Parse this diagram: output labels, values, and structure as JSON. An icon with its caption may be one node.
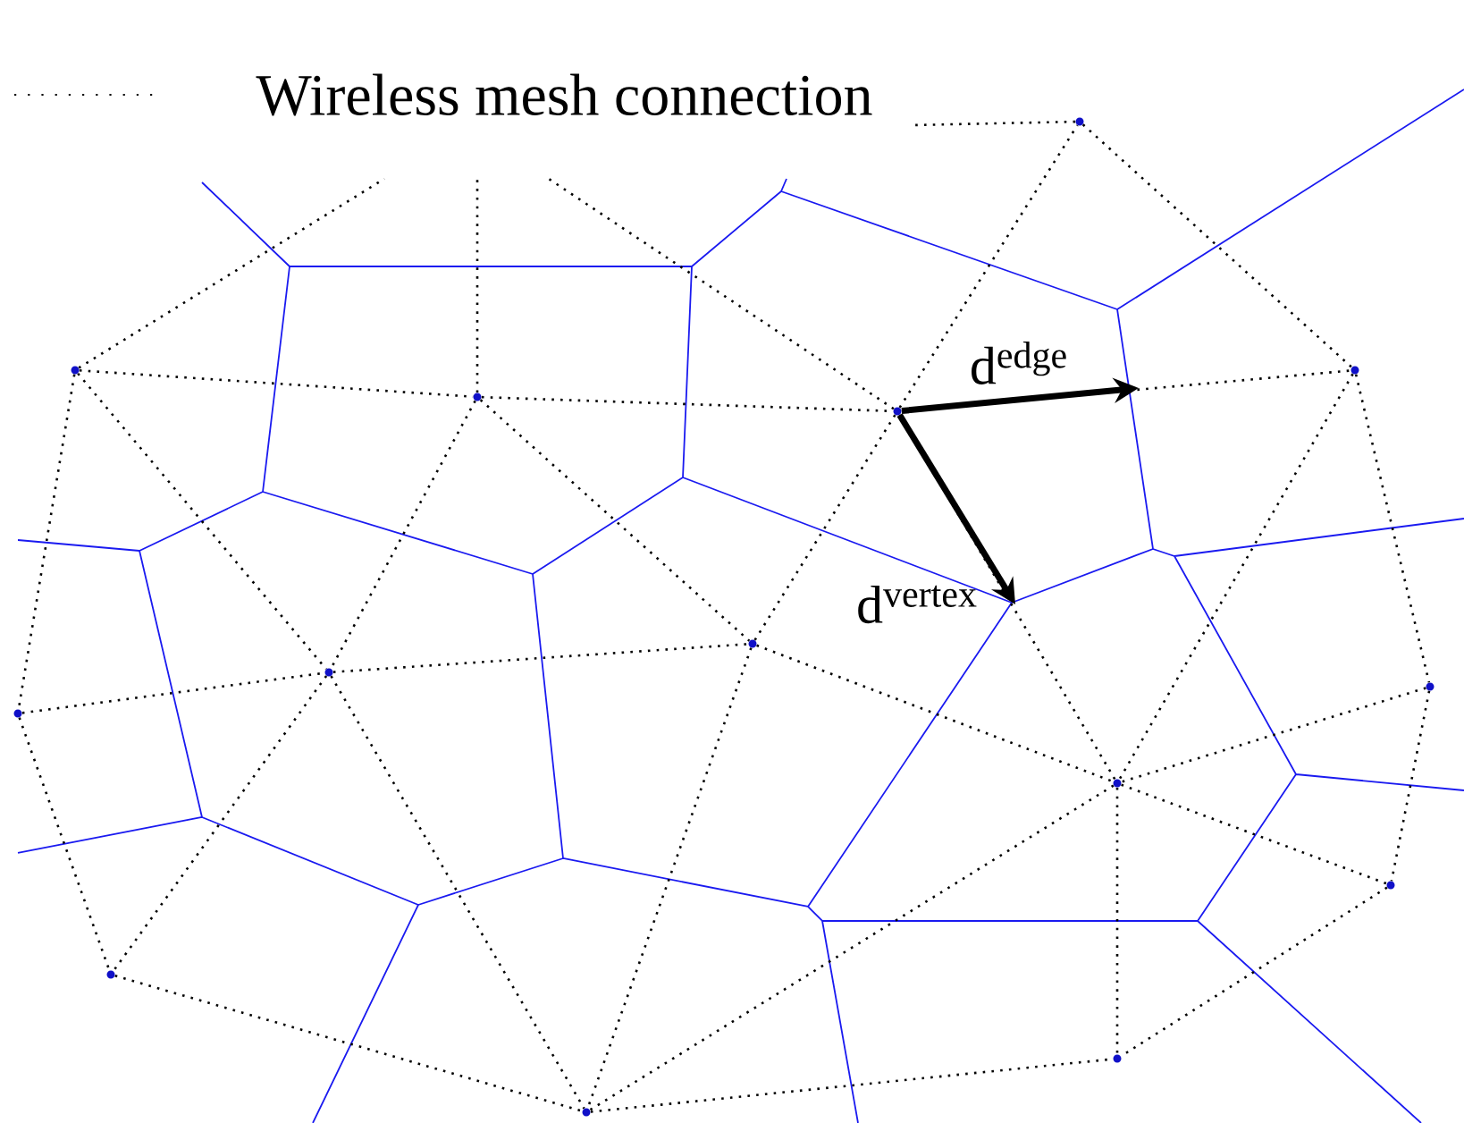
{
  "diagram": {
    "nodes": [
      {
        "text": [],
        "shape": "circle"
      },
      {
        "text": [],
        "shape": "circle"
      },
      {
        "text": [],
        "shape": "circle"
      },
      {
        "text": [],
        "shape": "circle"
      },
      {
        "text": [],
        "shape": "circle"
      },
      {
        "text": [],
        "shape": "circle"
      },
      {
        "text": [],
        "shape": "circle"
      },
      {
        "text": [],
        "shape": "circle"
      },
      {
        "text": [],
        "shape": "circle"
      },
      {
        "text": [],
        "shape": "circle"
      },
      {
        "text": [],
        "shape": "circle"
      },
      {
        "text": [],
        "shape": "circle"
      },
      {
        "text": [],
        "shape": "circle"
      },
      {
        "text": [],
        "shape": "circle"
      }
    ],
    "edges": [
      {
        "from": 0,
        "to": 1,
        "arrow": "none",
        "style": "dashed"
      },
      {
        "from": 1,
        "to": 2,
        "arrow": "none",
        "style": "dashed"
      },
      {
        "from": 2,
        "to": 3,
        "arrow": "none",
        "style": "dashed"
      },
      {
        "from": 0,
        "to": 4,
        "arrow": "none",
        "style": "dashed"
      },
      {
        "from": 0,
        "to": 5,
        "arrow": "none",
        "style": "dashed"
      },
      {
        "from": 1,
        "to": 5,
        "arrow": "none",
        "style": "dashed"
      },
      {
        "from": 1,
        "to": 6,
        "arrow": "none",
        "style": "dashed"
      },
      {
        "from": 2,
        "to": 6,
        "arrow": "none",
        "style": "dashed"
      },
      {
        "from": 2,
        "to": 7,
        "arrow": "none",
        "style": "dashed"
      },
      {
        "from": 2,
        "to": 13,
        "arrow": "none",
        "style": "dashed"
      },
      {
        "from": 4,
        "to": 5,
        "arrow": "none",
        "style": "dashed"
      },
      {
        "from": 5,
        "to": 6,
        "arrow": "none",
        "style": "dashed"
      },
      {
        "from": 5,
        "to": 9,
        "arrow": "none",
        "style": "dashed"
      },
      {
        "from": 5,
        "to": 11,
        "arrow": "none",
        "style": "dashed"
      },
      {
        "from": 4,
        "to": 9,
        "arrow": "none",
        "style": "dashed"
      },
      {
        "from": 9,
        "to": 11,
        "arrow": "none",
        "style": "dashed"
      },
      {
        "from": 6,
        "to": 11,
        "arrow": "none",
        "style": "dashed"
      },
      {
        "from": 6,
        "to": 7,
        "arrow": "none",
        "style": "dashed"
      },
      {
        "from": 7,
        "to": 11,
        "arrow": "none",
        "style": "dashed"
      },
      {
        "from": 11,
        "to": 12,
        "arrow": "none",
        "style": "dashed"
      },
      {
        "from": 7,
        "to": 12,
        "arrow": "none",
        "style": "dashed"
      },
      {
        "from": 3,
        "to": 7,
        "arrow": "none",
        "style": "dashed"
      },
      {
        "from": 3,
        "to": 8,
        "arrow": "none",
        "style": "dashed"
      },
      {
        "from": 8,
        "to": 7,
        "arrow": "none",
        "style": "dashed"
      },
      {
        "from": 8,
        "to": 10,
        "arrow": "none",
        "style": "dashed"
      },
      {
        "from": 7,
        "to": 10,
        "arrow": "none",
        "style": "dashed"
      },
      {
        "from": 10,
        "to": 12,
        "arrow": "none",
        "style": "dashed"
      },
      {
        "from": 13,
        "to": 3,
        "arrow": "none",
        "style": "dashed"
      },
      {
        "from": 0,
        "to": null,
        "arrow": "none",
        "style": "dashed"
      },
      {
        "from": 1,
        "to": null,
        "arrow": "none",
        "style": "dashed"
      },
      {
        "from": 2,
        "to": null,
        "arrow": "none",
        "style": "dashed"
      },
      {
        "from": 13,
        "to": null,
        "arrow": "none",
        "style": "dashed"
      },
      {
        "from": 2,
        "to": null,
        "arrow": "to",
        "style": "thick",
        "label": "d$^{edge}$"
      },
      {
        "from": 2,
        "to": null,
        "arrow": "to",
        "style": "thick",
        "label": "d$^{vertex}$"
      }
    ],
    "legend": [
      {
        "text": "Wireless mesh connection"
      }
    ]
  }
}
